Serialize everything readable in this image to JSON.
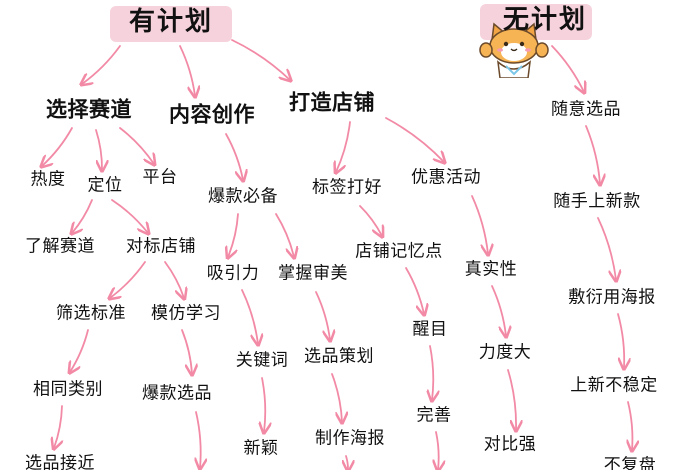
{
  "colors": {
    "arrow": "#f28aa6",
    "title_bg": "#f6d3dc",
    "text": "#111111"
  },
  "decor": {
    "mascot": "cat-mascot-icon"
  },
  "diagram": {
    "titles": {
      "planned": "有计划",
      "unplanned": "无计划"
    },
    "planned": {
      "branches": {
        "track": "选择赛道",
        "content": "内容创作",
        "shop": "打造店铺"
      },
      "track_children": {
        "heat": "热度",
        "positioning": "定位",
        "platform": "平台",
        "understand_track": "了解赛道",
        "benchmark_shop": "对标店铺",
        "filter_criteria": "筛选标准",
        "imitate": "模仿学习",
        "same_category": "相同类别",
        "hot_products": "爆款选品",
        "close_selection": "选品接近"
      },
      "content_children": {
        "hit_essentials": "爆款必备",
        "attraction": "吸引力",
        "aesthetics": "掌握审美",
        "keywords": "关键词",
        "product_planning": "选品策划",
        "novel": "新颖",
        "make_poster": "制作海报"
      },
      "shop_children": {
        "tags": "标签打好",
        "promotion": "优惠活动",
        "shop_memory": "店铺记忆点",
        "authenticity": "真实性",
        "eye_catching": "醒目",
        "intensity": "力度大",
        "perfect": "完善",
        "contrast": "对比强"
      }
    },
    "unplanned": {
      "items": {
        "random_pick": "随意选品",
        "casual_new": "随手上新款",
        "sloppy_poster": "敷衍用海报",
        "unstable": "上新不稳定",
        "no_style": "不复盘"
      }
    }
  }
}
